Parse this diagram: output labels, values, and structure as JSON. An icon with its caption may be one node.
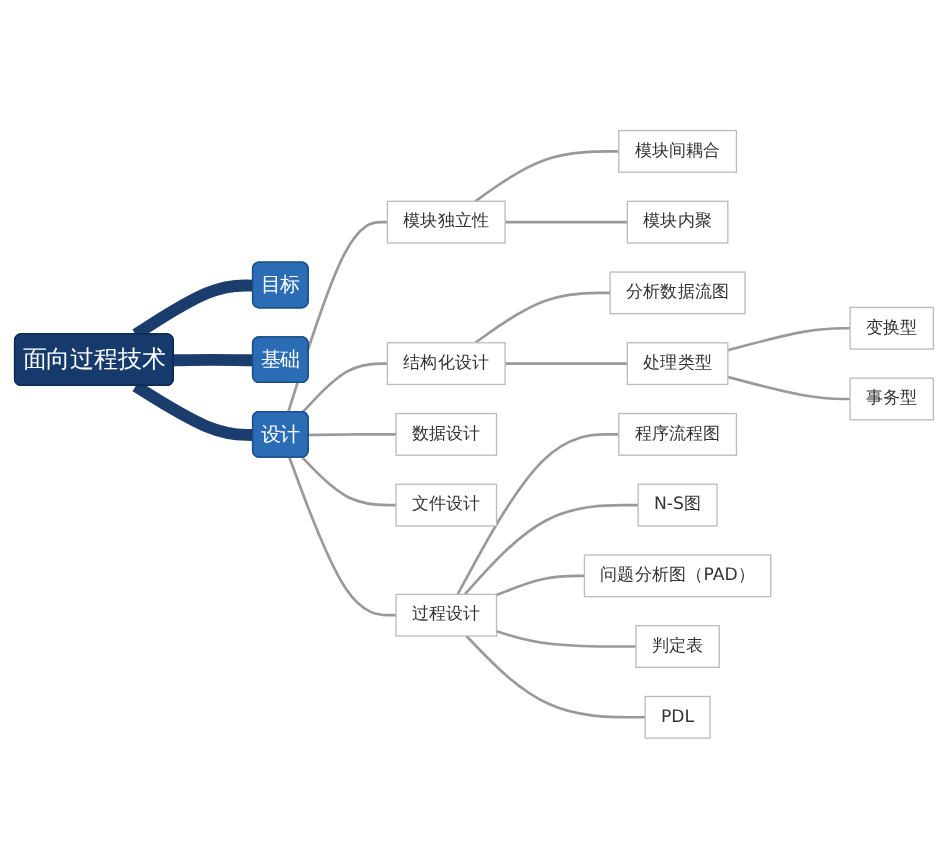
{
  "diagram": {
    "nodes": [
      {
        "text": [
          "面向过程技术"
        ]
      },
      {
        "text": [
          "目标"
        ]
      },
      {
        "text": [
          "基础"
        ]
      },
      {
        "text": [
          "设计"
        ]
      },
      {
        "text": [
          "模块独立性"
        ]
      },
      {
        "text": [
          "模块间耦合"
        ]
      },
      {
        "text": [
          "模块内聚"
        ]
      },
      {
        "text": [
          "结构化设计"
        ]
      },
      {
        "text": [
          "分析数据流图"
        ]
      },
      {
        "text": [
          "处理类型"
        ]
      },
      {
        "text": [
          "变换型"
        ]
      },
      {
        "text": [
          "事务型"
        ]
      },
      {
        "text": [
          "数据设计"
        ]
      },
      {
        "text": [
          "文件设计"
        ]
      },
      {
        "text": [
          "过程设计"
        ]
      },
      {
        "text": [
          "程序流程图"
        ]
      },
      {
        "text": [
          "N-S图"
        ]
      },
      {
        "text": [
          "问题分析图（PAD）"
        ]
      },
      {
        "text": [
          "判定表"
        ]
      },
      {
        "text": [
          "PDL"
        ]
      }
    ],
    "edges": [
      {
        "from": 0,
        "to": 1,
        "arrow": "none",
        "style": "thick",
        "color": "#1b3d6e"
      },
      {
        "from": 0,
        "to": 2,
        "arrow": "none",
        "style": "thick",
        "color": "#1b3d6e"
      },
      {
        "from": 0,
        "to": 3,
        "arrow": "none",
        "style": "thick",
        "color": "#1b3d6e"
      },
      {
        "from": 3,
        "to": 4,
        "arrow": "none"
      },
      {
        "from": 4,
        "to": 5,
        "arrow": "none"
      },
      {
        "from": 4,
        "to": 6,
        "arrow": "none"
      },
      {
        "from": 3,
        "to": 7,
        "arrow": "none"
      },
      {
        "from": 7,
        "to": 8,
        "arrow": "none"
      },
      {
        "from": 7,
        "to": 9,
        "arrow": "none"
      },
      {
        "from": 9,
        "to": 10,
        "arrow": "none"
      },
      {
        "from": 9,
        "to": 11,
        "arrow": "none"
      },
      {
        "from": 3,
        "to": 12,
        "arrow": "none"
      },
      {
        "from": 3,
        "to": 13,
        "arrow": "none"
      },
      {
        "from": 3,
        "to": 14,
        "arrow": "none"
      },
      {
        "from": 14,
        "to": 15,
        "arrow": "none"
      },
      {
        "from": 14,
        "to": 16,
        "arrow": "none"
      },
      {
        "from": 14,
        "to": 17,
        "arrow": "none"
      },
      {
        "from": 14,
        "to": 18,
        "arrow": "none"
      },
      {
        "from": 14,
        "to": 19,
        "arrow": "none"
      }
    ]
  }
}
